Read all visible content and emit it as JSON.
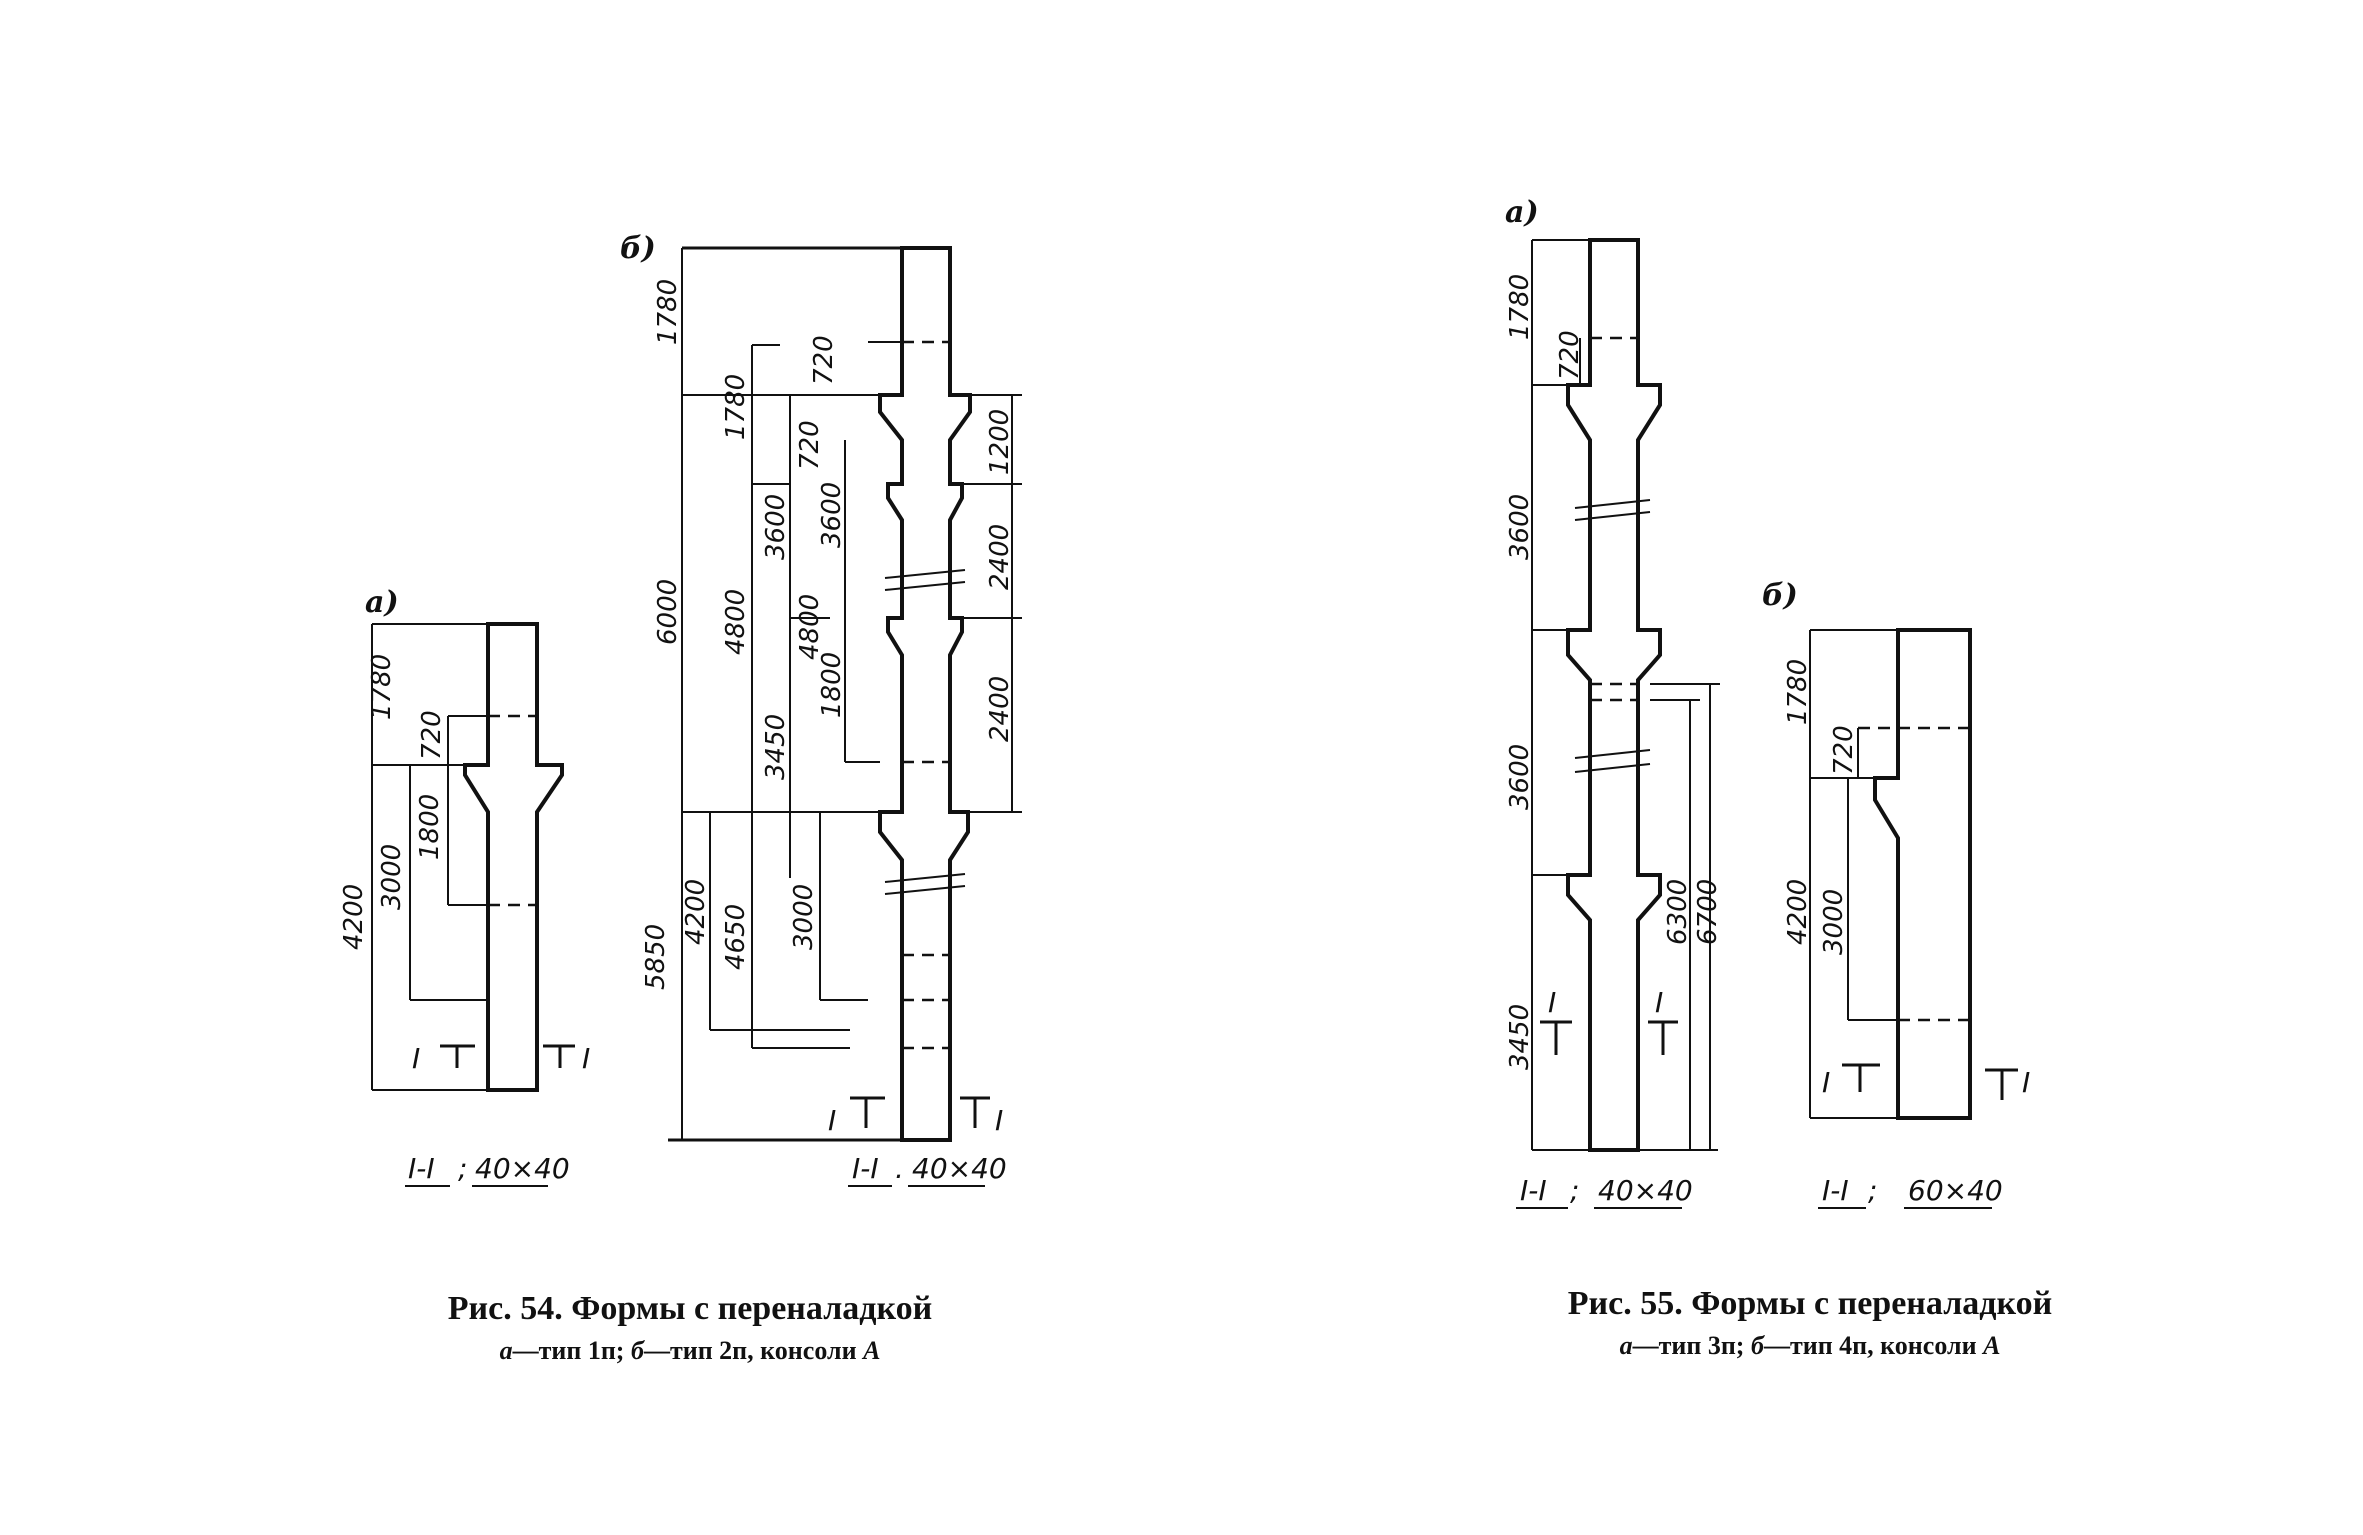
{
  "figures": [
    {
      "caption_title": "Рис. 54. Формы с переналадкой",
      "caption_sub": [
        {
          "key": "а",
          "text": "—тип 1п; "
        },
        {
          "key": "б",
          "text": "—тип 2п, консоли "
        },
        {
          "key": "А",
          "text": ""
        }
      ],
      "variants": [
        {
          "label": "а)",
          "dims": [
            "1780",
            "4200",
            "720",
            "1800",
            "3000"
          ],
          "section_mark": "I",
          "section_title": "I-I",
          "section_size": "40×40"
        },
        {
          "label": "б)",
          "dims": [
            "1780",
            "6000",
            "5850",
            "1780",
            "4800",
            "4200",
            "4650",
            "3600",
            "720",
            "3450",
            "720",
            "3600",
            "4800",
            "1800",
            "3000",
            "1200",
            "2400",
            "2400"
          ],
          "section_mark": "I",
          "section_title": "I-I",
          "section_size": "40×40"
        }
      ]
    },
    {
      "caption_title": "Рис. 55. Формы с переналадкой",
      "caption_sub": [
        {
          "key": "а",
          "text": "—тип 3п; "
        },
        {
          "key": "б",
          "text": "—тип 4п, консоли "
        },
        {
          "key": "А",
          "text": ""
        }
      ],
      "variants": [
        {
          "label": "а)",
          "dims": [
            "1780",
            "720",
            "3600",
            "3600",
            "3450",
            "6300",
            "6700"
          ],
          "section_mark": "I",
          "section_title": "I-I",
          "section_size": "40×40"
        },
        {
          "label": "б)",
          "dims": [
            "1780",
            "720",
            "4200",
            "3000"
          ],
          "section_mark": "I",
          "section_title": "I-I",
          "section_size": "60×40"
        }
      ]
    }
  ]
}
